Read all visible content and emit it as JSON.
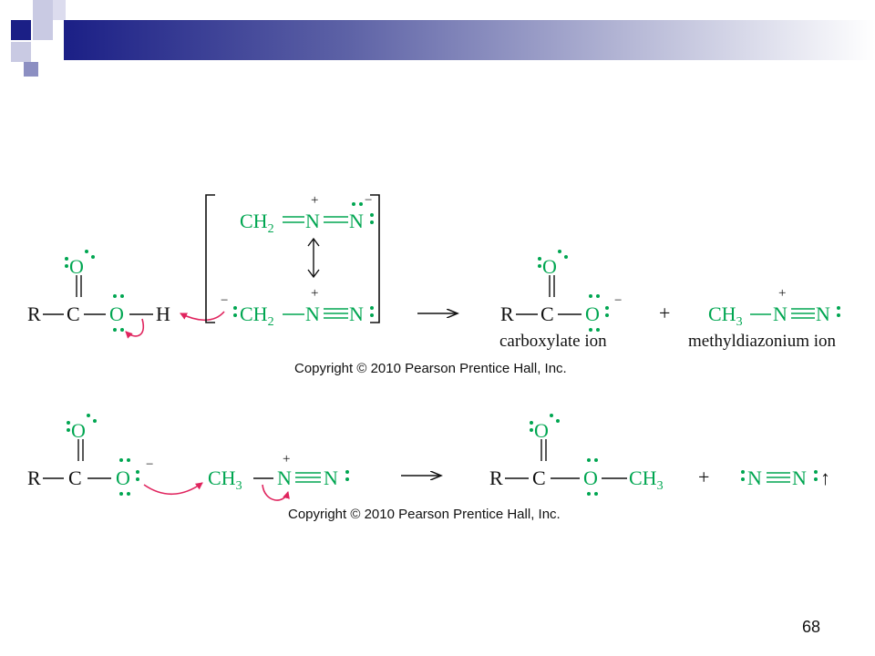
{
  "slide": {
    "page_number": "68",
    "copyright_1": "Copyright © 2010 Pearson Prentice Hall, Inc.",
    "copyright_2": "Copyright © 2010 Pearson Prentice Hall, Inc."
  },
  "colors": {
    "green": "#00a651",
    "black": "#111111",
    "arrow_red": "#e0245e",
    "header_dark": "#1b1f86"
  },
  "reaction1": {
    "acid": {
      "R": "R",
      "C": "C",
      "O_carbonyl": "O",
      "O_hydroxyl": "O",
      "H": "H"
    },
    "resonance_top": {
      "CH2": "CH",
      "sub2": "2",
      "N1": "N",
      "N2": "N",
      "plus": "+",
      "minus": "−"
    },
    "resonance_bottom": {
      "minus": "−",
      "CH2": "CH",
      "sub2": "2",
      "N1": "N",
      "N2": "N",
      "plus": "+"
    },
    "carboxylate": {
      "R": "R",
      "C": "C",
      "O_carbonyl": "O",
      "O": "O",
      "minus": "−",
      "label": "carboxylate ion"
    },
    "plus_sign": "+",
    "methyldiazonium": {
      "CH3": "CH",
      "sub3": "3",
      "N1": "N",
      "N2": "N",
      "plus": "+",
      "label": "methyldiazonium ion"
    }
  },
  "reaction2": {
    "carboxylate": {
      "R": "R",
      "C": "C",
      "O_carbonyl": "O",
      "O": "O",
      "minus": "−"
    },
    "methyldiazonium": {
      "CH3": "CH",
      "sub3": "3",
      "N1": "N",
      "N2": "N",
      "plus": "+"
    },
    "ester": {
      "R": "R",
      "C": "C",
      "O_carbonyl": "O",
      "O": "O",
      "CH3": "CH",
      "sub3": "3"
    },
    "plus_sign": "+",
    "nitrogen": {
      "N1": "N",
      "N2": "N",
      "gas_arrow": "↑"
    }
  }
}
